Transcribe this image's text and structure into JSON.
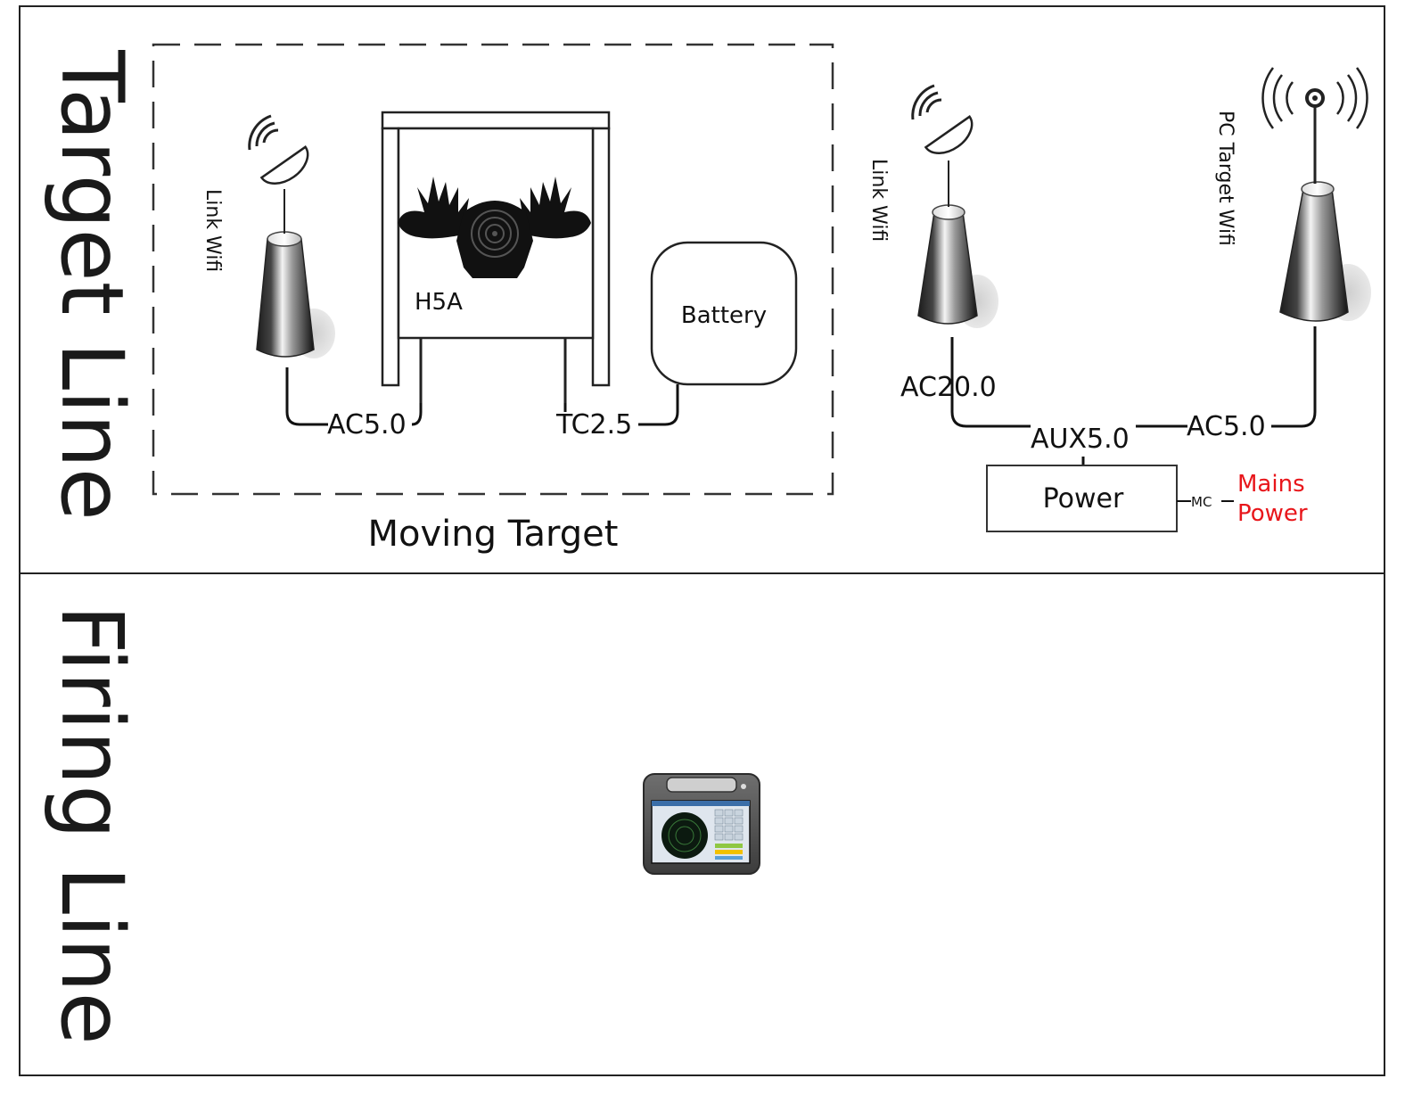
{
  "zones": {
    "target_line": "Target Line",
    "firing_line": "Firing Line"
  },
  "moving_target": {
    "title": "Moving Target",
    "link_wifi": "Link Wifi",
    "target_label": "H5A",
    "battery": "Battery",
    "cable_1": "AC5.0",
    "cable_2": "TC2.5"
  },
  "infrastructure": {
    "link_wifi": "Link Wifi",
    "pc_target_wifi": "PC Target Wifi",
    "cable_link": "AC20.0",
    "cable_aux": "AUX5.0",
    "cable_pc": "AC5.0",
    "power": "Power",
    "connector": "MC",
    "mains_line1": "Mains",
    "mains_line2": "Power"
  },
  "colors": {
    "mains_power": "#e8161b",
    "line": "#111111"
  },
  "icons": {
    "antenna_dish": "satellite-dish-icon",
    "antenna_omni": "radio-antenna-icon",
    "target_silhouette": "moose-target-icon",
    "tablet": "rugged-tablet-icon"
  }
}
